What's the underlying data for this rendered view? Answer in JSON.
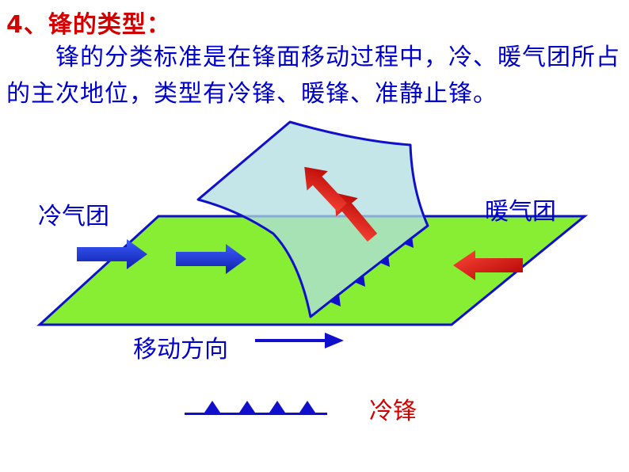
{
  "heading": "4、锋的类型：",
  "paragraph": "锋的分类标准是在锋面移动过程中，冷、暖气团所占的主次地位，类型有冷锋、暖锋、准静止锋。",
  "diagram": {
    "cold_air_mass": "冷气团",
    "warm_air_mass": "暖气团",
    "movement_direction": "移动方向",
    "legend_cold_front": "冷锋"
  },
  "colors": {
    "ground": "#88ee33",
    "front_surface": "#b0dde0",
    "outline": "#1010cc",
    "cold_arrow": "#1a3bd6",
    "warm_arrow": "#e01010",
    "heading": "#d40000",
    "text": "#0000cc"
  },
  "icons": [
    "cold-air-arrow",
    "warm-air-arrow",
    "rising-warm-air-arrow",
    "cold-front-symbol"
  ]
}
